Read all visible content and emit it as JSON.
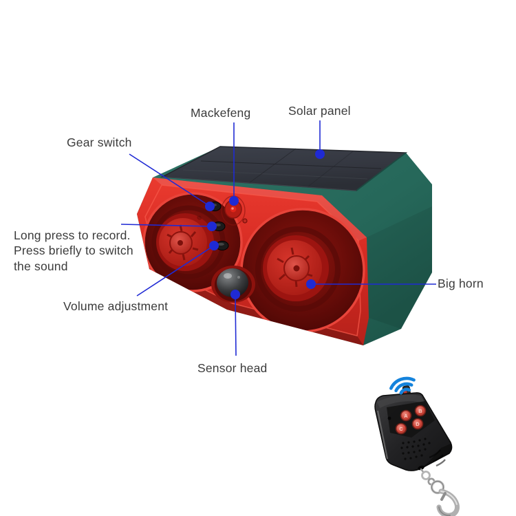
{
  "image": {
    "title": "Solar alarm siren feature diagram",
    "background": "#ffffff"
  },
  "colors": {
    "annotation_blue": "#1f2ad4",
    "wifi_blue": "#1583dc",
    "device_red": "#d92b24",
    "device_teal": "#26685a",
    "solar_panel_dark": "#34373f",
    "label_text": "#3b3b3b"
  },
  "icons": {
    "wifi_signal_icon": "three-arc wireless waves",
    "leader_dot": "filled blue circle"
  },
  "labels": {
    "mackefeng": "Mackefeng",
    "solar_panel": "Solar panel",
    "gear_switch": "Gear switch",
    "record_switch": "Long press to record.\nPress briefly to switch\nthe sound",
    "volume": "Volume adjustment",
    "big_horn": "Big horn",
    "sensor_head": "Sensor head"
  },
  "remote": {
    "buttons": [
      "A",
      "B",
      "C",
      "D"
    ]
  }
}
